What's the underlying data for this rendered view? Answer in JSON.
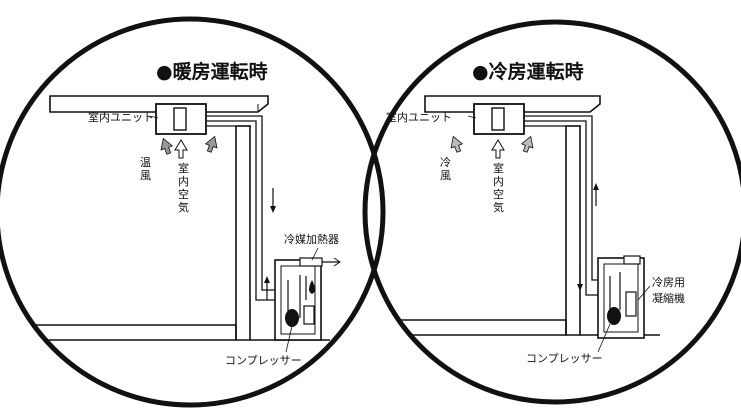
{
  "heating": {
    "title": "●暖房運転時",
    "indoor_unit": "室内ユニット",
    "warm_air": [
      "温",
      "風"
    ],
    "room_air": [
      "室",
      "内",
      "空",
      "気"
    ],
    "refrigerant_heater": "冷媒加熱器",
    "compressor": "コンプレッサー"
  },
  "cooling": {
    "title": "●冷房運転時",
    "indoor_unit": "室内ユニット",
    "cool_air": [
      "冷",
      "風"
    ],
    "room_air": [
      "室",
      "内",
      "空",
      "気"
    ],
    "condenser": [
      "冷房用",
      "凝縮機"
    ],
    "compressor": "コンプレッサー"
  }
}
